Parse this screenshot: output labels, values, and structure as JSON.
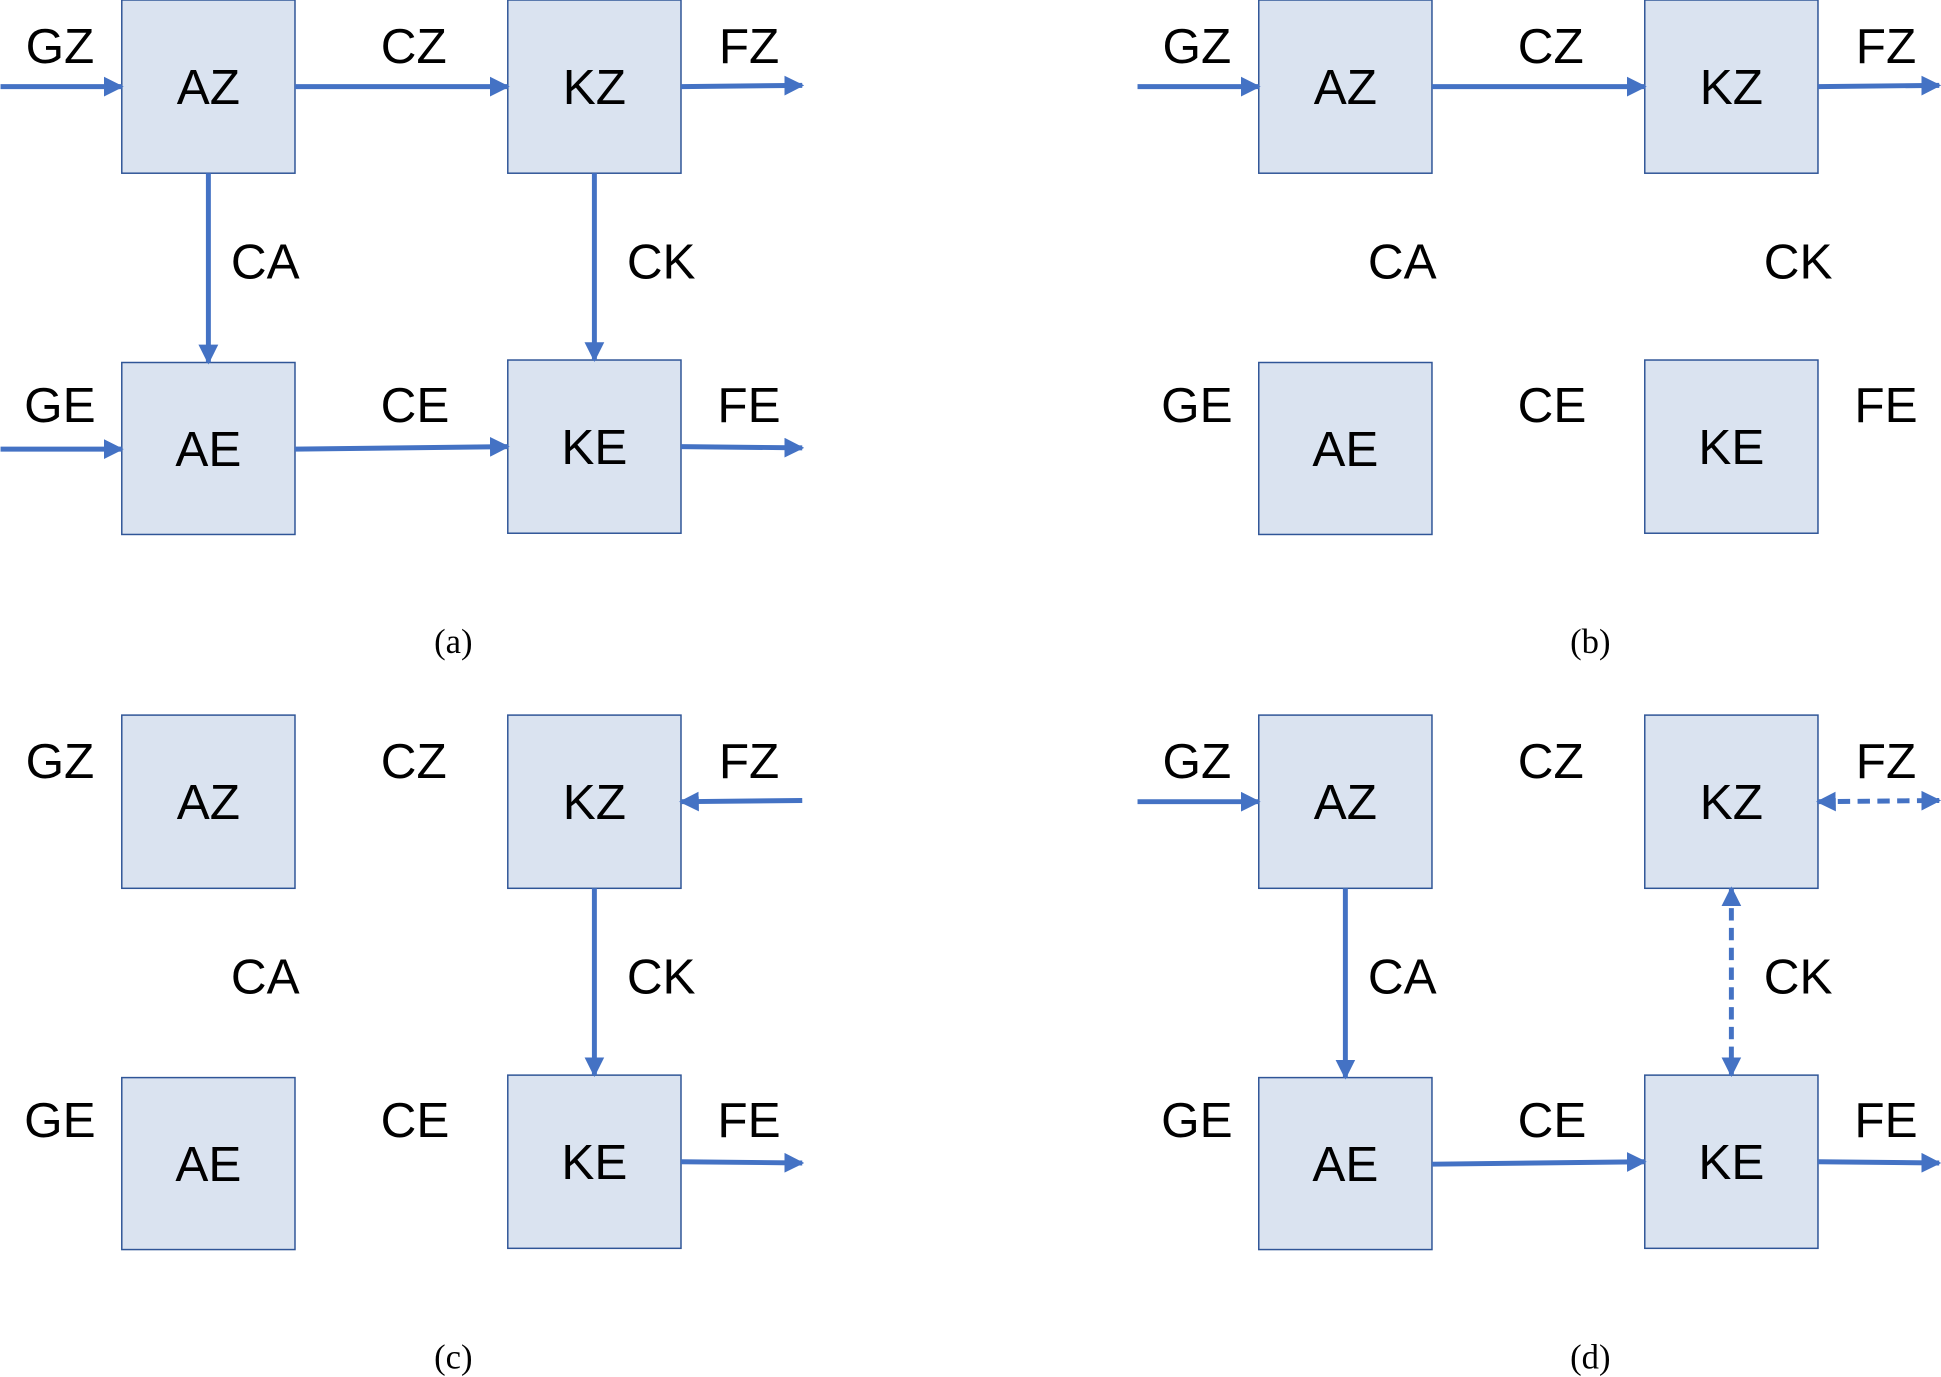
{
  "colors": {
    "arrow": "#4472C4",
    "box_fill": "#DAE3F0",
    "box_stroke": "#2F5597",
    "text": "#000000"
  },
  "node_labels": {
    "AZ": "AZ",
    "KZ": "KZ",
    "AE": "AE",
    "KE": "KE"
  },
  "edge_labels": {
    "GZ": "GZ",
    "CZ": "CZ",
    "FZ": "FZ",
    "CA": "CA",
    "CK": "CK",
    "GE": "GE",
    "CE": "CE",
    "FE": "FE"
  },
  "panels": [
    {
      "caption": "(a)",
      "arrows": {
        "GZ": "forward",
        "CZ": "forward",
        "FZ": "forward",
        "CA": "forward",
        "CK": "forward",
        "GE": "forward",
        "CE": "forward",
        "FE": "forward"
      }
    },
    {
      "caption": "(b)",
      "arrows": {
        "GZ": "forward",
        "CZ": "forward",
        "FZ": "forward",
        "CA": "none",
        "CK": "none",
        "GE": "none",
        "CE": "none",
        "FE": "none"
      }
    },
    {
      "caption": "(c)",
      "arrows": {
        "GZ": "none",
        "CZ": "none",
        "FZ": "reverse",
        "CA": "none",
        "CK": "forward",
        "GE": "none",
        "CE": "none",
        "FE": "forward"
      }
    },
    {
      "caption": "(d)",
      "arrows": {
        "GZ": "forward",
        "CZ": "none",
        "FZ": "both-dashed",
        "CA": "forward",
        "CK": "both-dashed",
        "GE": "none",
        "CE": "forward",
        "FE": "forward"
      }
    }
  ]
}
